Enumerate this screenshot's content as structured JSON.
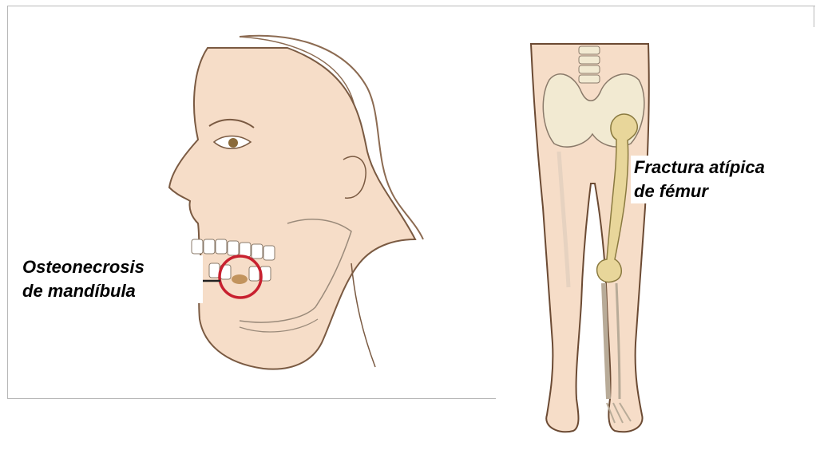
{
  "labels": {
    "jaw": {
      "line1": "Osteonecrosis",
      "line2": "de mandíbula"
    },
    "femur": {
      "line1": "Fractura atípica",
      "line2": "de fémur"
    }
  },
  "colors": {
    "skin": "#f6ddc8",
    "outline": "#6b4a33",
    "bone": "#e8dcb0",
    "highlight_bone": "#e8d69a",
    "circle": "#c8202f",
    "frame": "#b8b8b8"
  }
}
